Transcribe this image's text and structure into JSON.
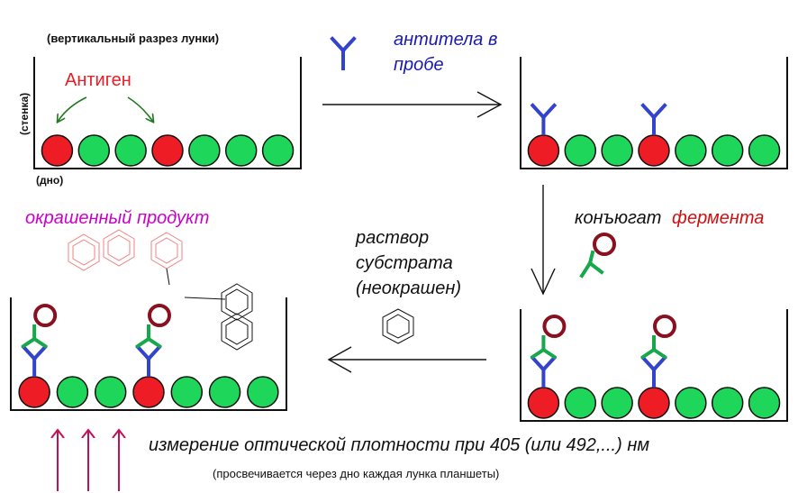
{
  "labels": {
    "section_title": "(вертикальный разрез лунки)",
    "antigen": "Антиген",
    "wall": "(стенка)",
    "bottom": "(дно)",
    "antibodies_line1": "антитела в",
    "antibodies_line2": "пробе",
    "conjugate_prefix": "конъюгат",
    "conjugate_enzyme": "фермента",
    "substrate_line1": "раствор",
    "substrate_line2": "субстрата",
    "substrate_line3": "(неокрашен)",
    "colored_product": "окрашенный продукт",
    "measurement": "измерение оптической плотности при 405 (или 492,...) нм",
    "measurement_note": "(просвечивается через дно каждая лунка планшеты)"
  },
  "colors": {
    "antigen": "#ee1c24",
    "well_protein": "#1ed75a",
    "antibody": "#3344cc",
    "conjugate_antibody": "#16a84a",
    "enzyme_ring": "#8a1020",
    "antibody_text": "#1a1ab0",
    "enzyme_text": "#d01010",
    "product_text": "#cc00cc",
    "product_rings": "#f08080",
    "arrow_up": "#c0105a",
    "pointer": "#1d7a1d"
  },
  "wells": [
    {
      "id": "well-1",
      "beads": [
        "antigen",
        "protein",
        "protein",
        "antigen",
        "protein",
        "protein",
        "protein"
      ],
      "bound_antibody": false,
      "conjugate": false
    },
    {
      "id": "well-2",
      "beads": [
        "antigen",
        "protein",
        "protein",
        "antigen",
        "protein",
        "protein",
        "protein"
      ],
      "bound_antibody": true,
      "conjugate": false
    },
    {
      "id": "well-3",
      "beads": [
        "antigen",
        "protein",
        "protein",
        "antigen",
        "protein",
        "protein",
        "protein"
      ],
      "bound_antibody": true,
      "conjugate": true
    },
    {
      "id": "well-4",
      "beads": [
        "antigen",
        "protein",
        "protein",
        "antigen",
        "protein",
        "protein",
        "protein"
      ],
      "bound_antibody": true,
      "conjugate": true
    }
  ]
}
